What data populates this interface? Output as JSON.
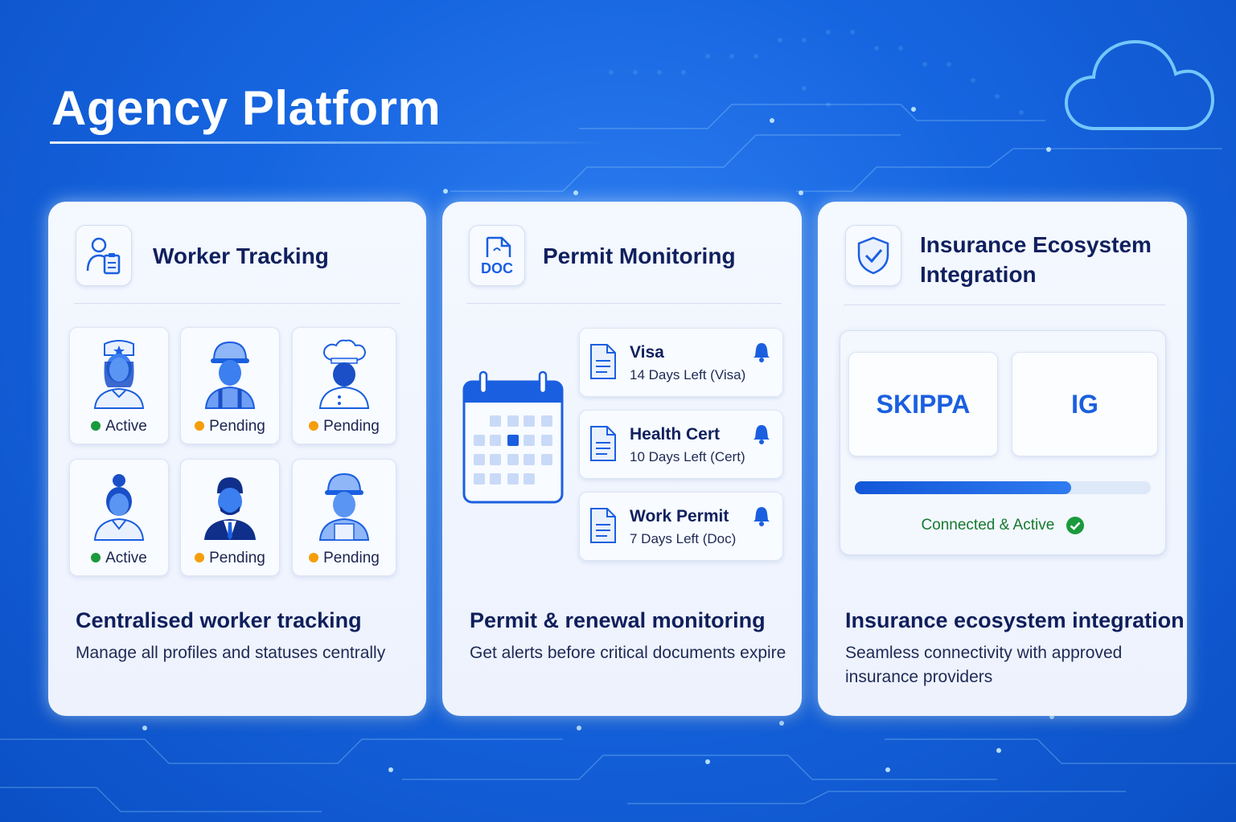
{
  "header": {
    "title": "Agency Platform"
  },
  "colors": {
    "background": "#1665e0",
    "accent": "#1a5fe0",
    "active": "#1a9a3c",
    "pending": "#f59e0b",
    "connected_text": "#157a2f"
  },
  "worker_card": {
    "icon": "worker-clipboard-icon",
    "title": "Worker Tracking",
    "workers": [
      {
        "role": "nurse",
        "status": "Active",
        "status_color": "green"
      },
      {
        "role": "construction-worker",
        "status": "Pending",
        "status_color": "orange"
      },
      {
        "role": "chef",
        "status": "Pending",
        "status_color": "orange"
      },
      {
        "role": "caregiver",
        "status": "Active",
        "status_color": "green"
      },
      {
        "role": "office-worker",
        "status": "Pending",
        "status_color": "orange"
      },
      {
        "role": "factory-worker",
        "status": "Pending",
        "status_color": "orange"
      }
    ],
    "heading": "Centralised worker tracking",
    "description": "Manage all profiles and statuses centrally"
  },
  "permit_card": {
    "icon": "doc-file-icon",
    "icon_label": "DOC",
    "title": "Permit Monitoring",
    "permits": [
      {
        "name": "Visa",
        "days": "14 Days Left (Visa)"
      },
      {
        "name": "Health Cert",
        "days": "10 Days Left (Cert)"
      },
      {
        "name": "Work Permit",
        "days": "7 Days Left (Doc)"
      }
    ],
    "heading": "Permit & renewal monitoring",
    "description": "Get alerts before critical documents expire"
  },
  "insurance_card": {
    "icon": "shield-check-icon",
    "title_line1": "Insurance Ecosystem",
    "title_line2": "Integration",
    "providers": [
      "SKIPPA",
      "IG"
    ],
    "progress": 0.73,
    "connection_status": "Connected & Active",
    "heading": "Insurance ecosystem integration",
    "description_line1": "Seamless connectivity with approved",
    "description_line2": "insurance providers"
  }
}
